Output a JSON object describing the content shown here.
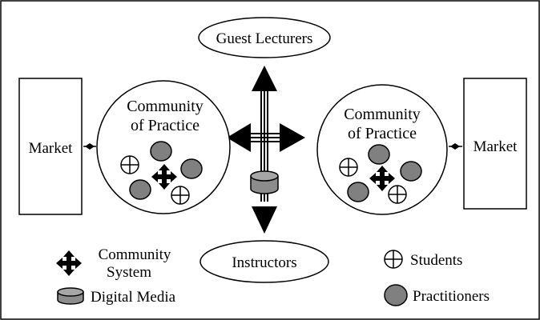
{
  "diagram": {
    "guest_lecturers": "Guest Lecturers",
    "instructors": "Instructors",
    "left_market": "Market",
    "right_market": "Market",
    "left_cop": {
      "line1": "Community",
      "line2": "of Practice"
    },
    "right_cop": {
      "line1": "Community",
      "line2": "of Practice"
    }
  },
  "legend": {
    "community_system_line1": "Community",
    "community_system_line2": "System",
    "digital_media": "Digital Media",
    "students": "Students",
    "practitioners": "Practitioners"
  },
  "colors": {
    "practitioner_fill": "#808080",
    "digital_media_fill": "#8c8c8c",
    "stroke": "#000000",
    "background": "#ffffff"
  }
}
